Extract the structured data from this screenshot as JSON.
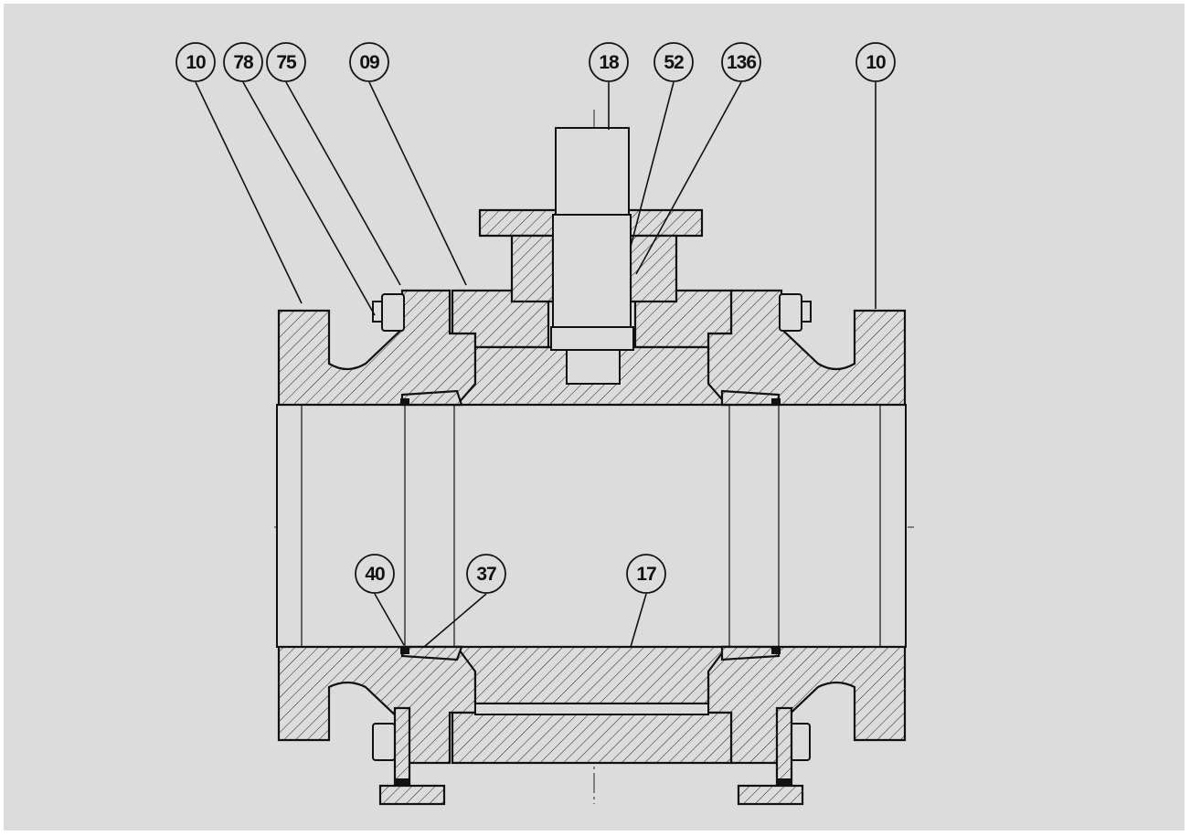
{
  "drawing": {
    "colors": {
      "background": "#dcdcdc",
      "line": "#111111"
    },
    "callouts": [
      {
        "id": "c-10-left",
        "label": "10"
      },
      {
        "id": "c-78",
        "label": "78"
      },
      {
        "id": "c-75",
        "label": "75"
      },
      {
        "id": "c-09",
        "label": "09"
      },
      {
        "id": "c-18",
        "label": "18"
      },
      {
        "id": "c-52",
        "label": "52"
      },
      {
        "id": "c-136",
        "label": "136"
      },
      {
        "id": "c-10-right",
        "label": "10"
      },
      {
        "id": "c-40",
        "label": "40"
      },
      {
        "id": "c-37",
        "label": "37"
      },
      {
        "id": "c-17",
        "label": "17"
      }
    ]
  }
}
